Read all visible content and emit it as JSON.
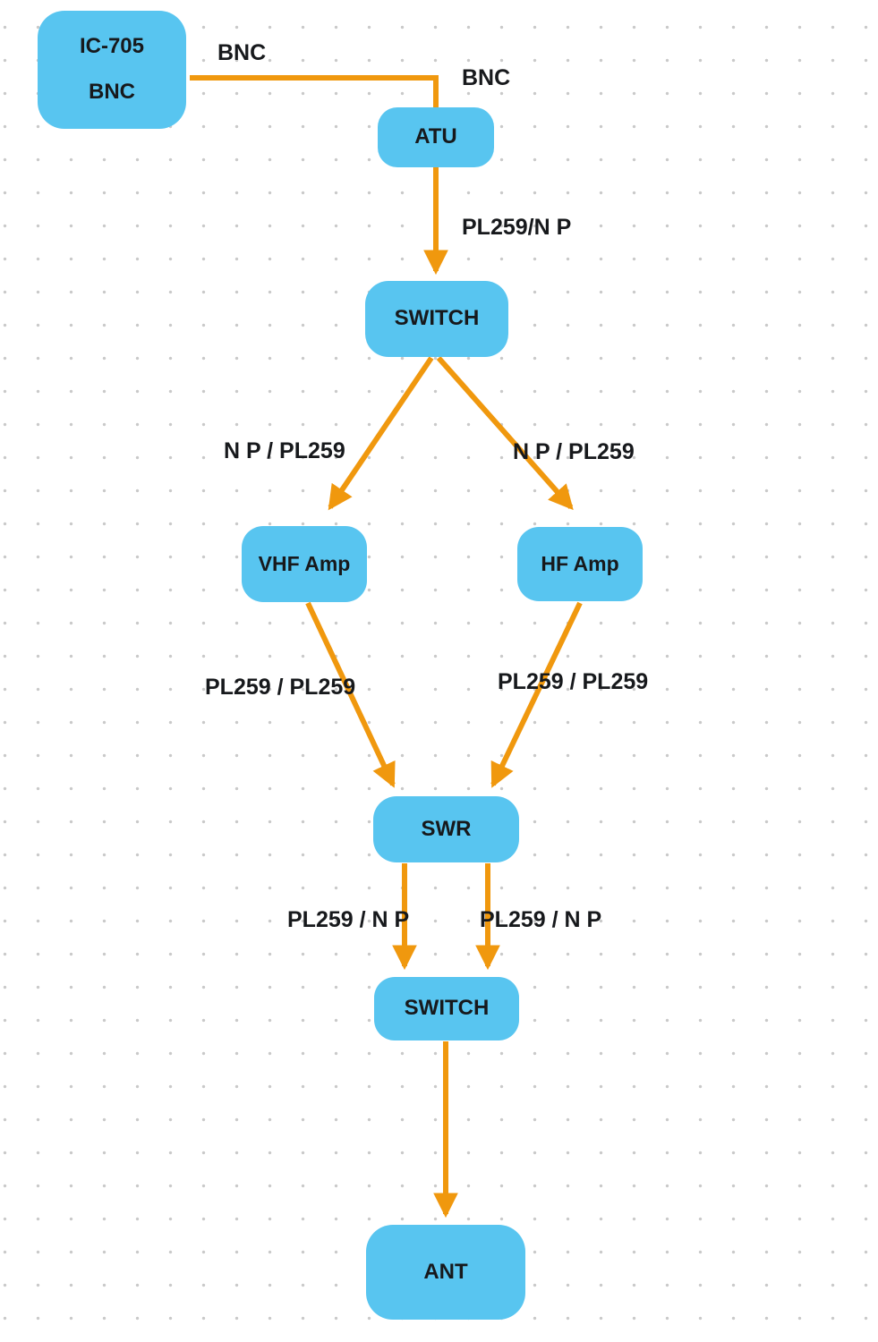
{
  "diagram": {
    "colors": {
      "node_fill": "#58C5F0",
      "connector": "#F0980E",
      "text": "#17191c",
      "grid_dot": "#c9c9c9"
    },
    "nodes": {
      "ic705": {
        "label": "IC-705",
        "sublabel": "BNC"
      },
      "atu": {
        "label": "ATU"
      },
      "switch1": {
        "label": "SWITCH"
      },
      "vhf_amp": {
        "label": "VHF Amp"
      },
      "hf_amp": {
        "label": "HF Amp"
      },
      "swr": {
        "label": "SWR"
      },
      "switch2": {
        "label": "SWITCH"
      },
      "ant": {
        "label": "ANT"
      }
    },
    "edge_labels": {
      "bnc_top": "BNC",
      "bnc_right": "BNC",
      "pl259_np_atu": "PL259/N P",
      "np_pl259_left": "N P / PL259",
      "np_pl259_right": "N P / PL259",
      "pl259_pl259_left": "PL259 / PL259",
      "pl259_pl259_right": "PL259 / PL259",
      "pl259_np_left": "PL259 / N P",
      "pl259_np_right": "PL259 / N P"
    }
  }
}
